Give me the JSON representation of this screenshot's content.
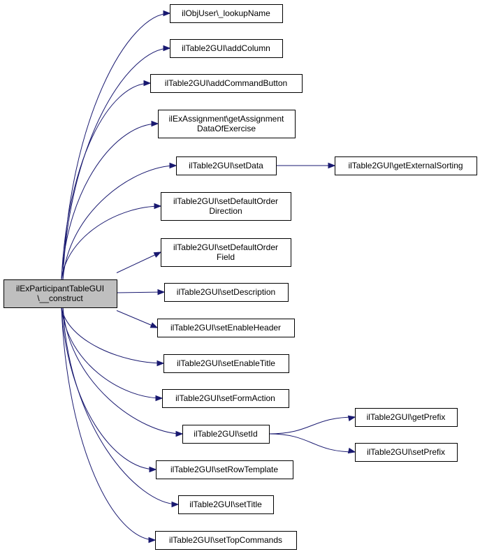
{
  "graph": {
    "edge_color": "#191970",
    "root_fill": "#bfbfbf",
    "nodes": [
      {
        "id": "root",
        "lines": [
          "ilExParticipantTableGUI",
          "\\__construct"
        ],
        "root": true
      },
      {
        "id": "n1",
        "lines": [
          "ilObjUser\\_lookupName"
        ]
      },
      {
        "id": "n2",
        "lines": [
          "ilTable2GUI\\addColumn"
        ]
      },
      {
        "id": "n3",
        "lines": [
          "ilTable2GUI\\addCommandButton"
        ]
      },
      {
        "id": "n4",
        "lines": [
          "ilExAssignment\\getAssignment",
          "DataOfExercise"
        ]
      },
      {
        "id": "n5",
        "lines": [
          "ilTable2GUI\\setData"
        ]
      },
      {
        "id": "n6",
        "lines": [
          "ilTable2GUI\\getExternalSorting"
        ]
      },
      {
        "id": "n7",
        "lines": [
          "ilTable2GUI\\setDefaultOrder",
          "Direction"
        ]
      },
      {
        "id": "n8",
        "lines": [
          "ilTable2GUI\\setDefaultOrder",
          "Field"
        ]
      },
      {
        "id": "n9",
        "lines": [
          "ilTable2GUI\\setDescription"
        ]
      },
      {
        "id": "n10",
        "lines": [
          "ilTable2GUI\\setEnableHeader"
        ]
      },
      {
        "id": "n11",
        "lines": [
          "ilTable2GUI\\setEnableTitle"
        ]
      },
      {
        "id": "n12",
        "lines": [
          "ilTable2GUI\\setFormAction"
        ]
      },
      {
        "id": "n13",
        "lines": [
          "ilTable2GUI\\setId"
        ]
      },
      {
        "id": "n14",
        "lines": [
          "ilTable2GUI\\getPrefix"
        ]
      },
      {
        "id": "n15",
        "lines": [
          "ilTable2GUI\\setPrefix"
        ]
      },
      {
        "id": "n16",
        "lines": [
          "ilTable2GUI\\setRowTemplate"
        ]
      },
      {
        "id": "n17",
        "lines": [
          "ilTable2GUI\\setTitle"
        ]
      },
      {
        "id": "n18",
        "lines": [
          "ilTable2GUI\\setTopCommands"
        ]
      }
    ],
    "edges": [
      {
        "from": "root",
        "to": "n1"
      },
      {
        "from": "root",
        "to": "n2"
      },
      {
        "from": "root",
        "to": "n3"
      },
      {
        "from": "root",
        "to": "n4"
      },
      {
        "from": "root",
        "to": "n5"
      },
      {
        "from": "root",
        "to": "n7"
      },
      {
        "from": "root",
        "to": "n8"
      },
      {
        "from": "root",
        "to": "n9"
      },
      {
        "from": "root",
        "to": "n10"
      },
      {
        "from": "root",
        "to": "n11"
      },
      {
        "from": "root",
        "to": "n12"
      },
      {
        "from": "root",
        "to": "n13"
      },
      {
        "from": "root",
        "to": "n16"
      },
      {
        "from": "root",
        "to": "n17"
      },
      {
        "from": "root",
        "to": "n18"
      },
      {
        "from": "n5",
        "to": "n6"
      },
      {
        "from": "n13",
        "to": "n14"
      },
      {
        "from": "n13",
        "to": "n15"
      }
    ]
  }
}
